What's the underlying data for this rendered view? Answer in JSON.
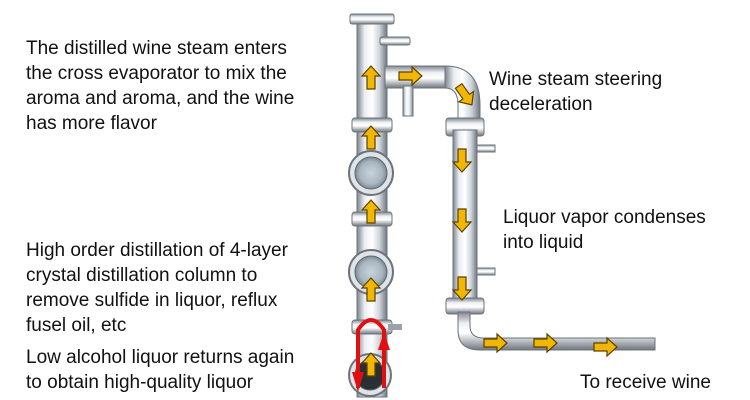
{
  "labels": {
    "top_left": "The distilled wine steam enters\nthe cross evaporator to mix the\naroma and aroma, and the wine\nhas more flavor",
    "mid_left": "High order distillation of 4-layer\ncrystal distillation column to\nremove sulfide in liquor, reflux\nfusel oil, etc",
    "low_left": "Low alcohol liquor returns again\nto obtain high-quality liquor",
    "top_right": "Wine steam steering\ndeceleration",
    "mid_right": "Liquor vapor condenses\ninto liquid",
    "bottom_right": "To receive wine"
  },
  "colors": {
    "arrow_fill": "#f2b705",
    "arrow_stroke": "#5a4200",
    "reflux_arrow": "#e01010",
    "steel_light": "#f4f6f8",
    "steel_dark": "#8a9098"
  },
  "icons": {
    "flow_arrow": "arrow-icon",
    "reflux_arrow": "reflux-arrow-icon"
  }
}
